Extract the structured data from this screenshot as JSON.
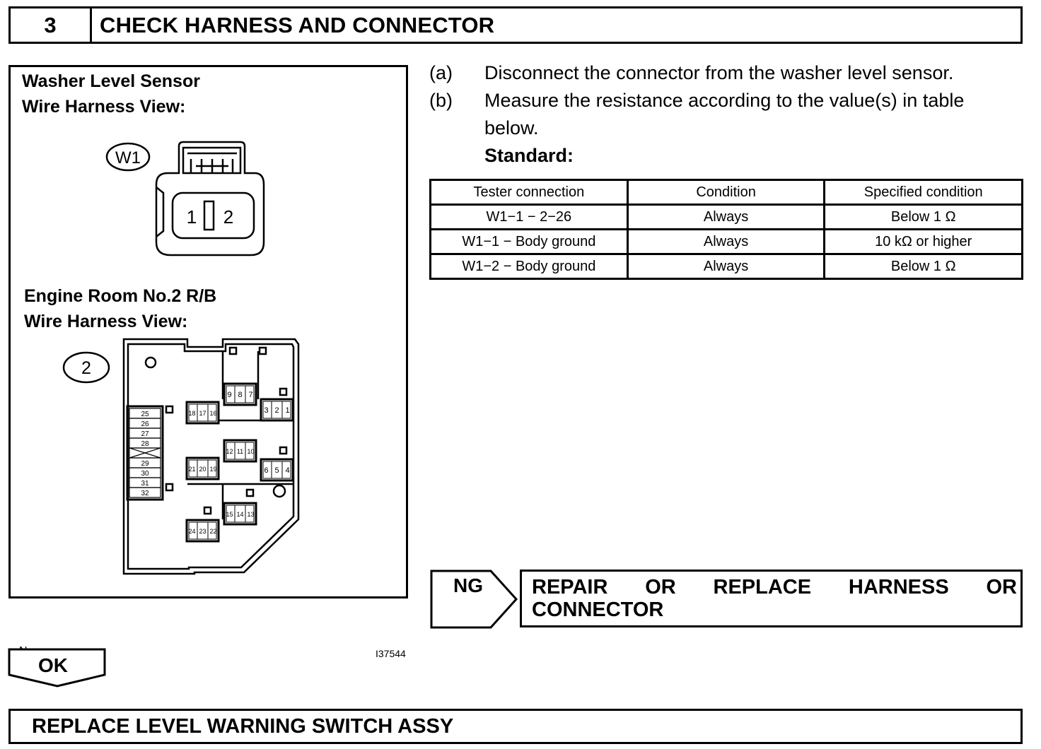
{
  "step": {
    "number": "3",
    "title": "CHECK HARNESS AND CONNECTOR"
  },
  "illustration": {
    "sensor_title_line1": "Washer Level Sensor",
    "sensor_title_line2": "Wire Harness View:",
    "sensor_connector_label": "W1",
    "sensor_pins": [
      "1",
      "2"
    ],
    "rb_title_line1": "Engine Room No.2 R/B",
    "rb_title_line2": "Wire Harness View:",
    "rb_connector_label": "2",
    "rb_column_pins": [
      "25",
      "26",
      "27",
      "28",
      "29",
      "30",
      "31",
      "32"
    ],
    "rb_block_pins": {
      "a": [
        "9",
        "8",
        "7"
      ],
      "b": [
        "18",
        "17",
        "16"
      ],
      "c": [
        "3",
        "2",
        "1"
      ],
      "d": [
        "12",
        "11",
        "10"
      ],
      "e": [
        "21",
        "20",
        "19"
      ],
      "f": [
        "6",
        "5",
        "4"
      ],
      "g": [
        "15",
        "14",
        "13"
      ],
      "h": [
        "24",
        "23",
        "22"
      ]
    },
    "corner_left": "N",
    "figure_code": "I37544"
  },
  "instructions": [
    {
      "letter": "(a)",
      "text_lines": [
        "Disconnect the connector from the washer level sensor."
      ]
    },
    {
      "letter": "(b)",
      "text_lines": [
        "Measure the resistance according to the value(s) in table",
        "below."
      ]
    }
  ],
  "standard_label": "Standard:",
  "table": {
    "headers": [
      "Tester connection",
      "Condition",
      "Specified condition"
    ],
    "rows": [
      [
        "W1−1 − 2−26",
        "Always",
        "Below 1 Ω"
      ],
      [
        "W1−1 − Body ground",
        "Always",
        "10 kΩ or higher"
      ],
      [
        "W1−2 − Body ground",
        "Always",
        "Below 1 Ω"
      ]
    ]
  },
  "ng": {
    "label": "NG",
    "result": "REPAIR OR REPLACE HARNESS OR CONNECTOR"
  },
  "ok": {
    "label": "OK"
  },
  "final": {
    "text": "REPLACE LEVEL WARNING SWITCH ASSY"
  }
}
